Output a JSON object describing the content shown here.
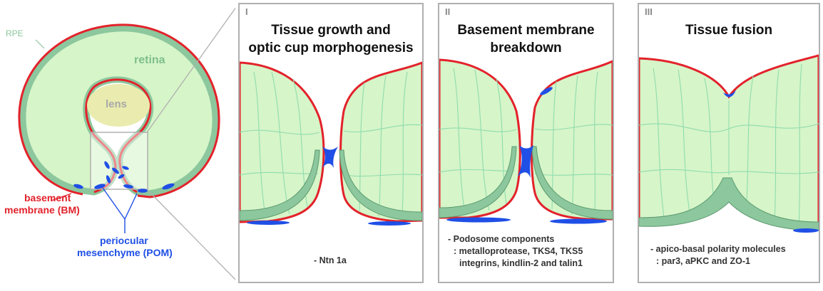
{
  "overview": {
    "rpe_label": "RPE",
    "retina_label": "retina",
    "lens_label": "lens",
    "bm_label_line1": "basement",
    "bm_label_line2": "membrane (BM)",
    "pom_label_line1": "periocular",
    "pom_label_line2": "mesenchyme (POM)"
  },
  "panels": [
    {
      "numeral": "I",
      "title_line1": "Tissue growth and",
      "title_line2": "optic cup morphogenesis",
      "notes": [
        "- Ntn 1a"
      ]
    },
    {
      "numeral": "II",
      "title_line1": "Basement membrane",
      "title_line2": "breakdown",
      "notes": [
        "- Podosome components",
        ": metalloprotease, TKS4, TKS5",
        "integrins, kindlin-2 and talin1"
      ]
    },
    {
      "numeral": "III",
      "title_line1": "Tissue fusion",
      "title_line2": "",
      "notes": [
        "- apico-basal polarity molecules",
        ": par3, aPKC and ZO-1"
      ]
    }
  ],
  "colors": {
    "retina_fill": "#d6f5c8",
    "rpe": "#8cc79d",
    "basement_membrane": "#e3222b",
    "pom": "#1f4fe6",
    "lens": "#e9ecae",
    "frame": "#b0b0b0",
    "cell_lines": "#8fdcae"
  }
}
